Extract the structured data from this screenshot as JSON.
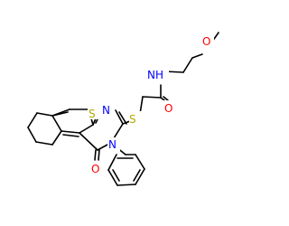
{
  "molecule": {
    "atoms": {
      "ring_sulfur": "S",
      "pyrimidine_n_top": "N",
      "thioether_sulfur": "S",
      "amide_nh": "NH",
      "ether_oxygen": "O",
      "amide_oxygen": "O",
      "pyrimidinone_n": "N",
      "keto_oxygen": "O"
    }
  },
  "colors": {
    "bond": "#000000",
    "sulfur": "#b5a800",
    "nitrogen": "#0000ff",
    "oxygen": "#ff0000",
    "background": "#ffffff"
  }
}
